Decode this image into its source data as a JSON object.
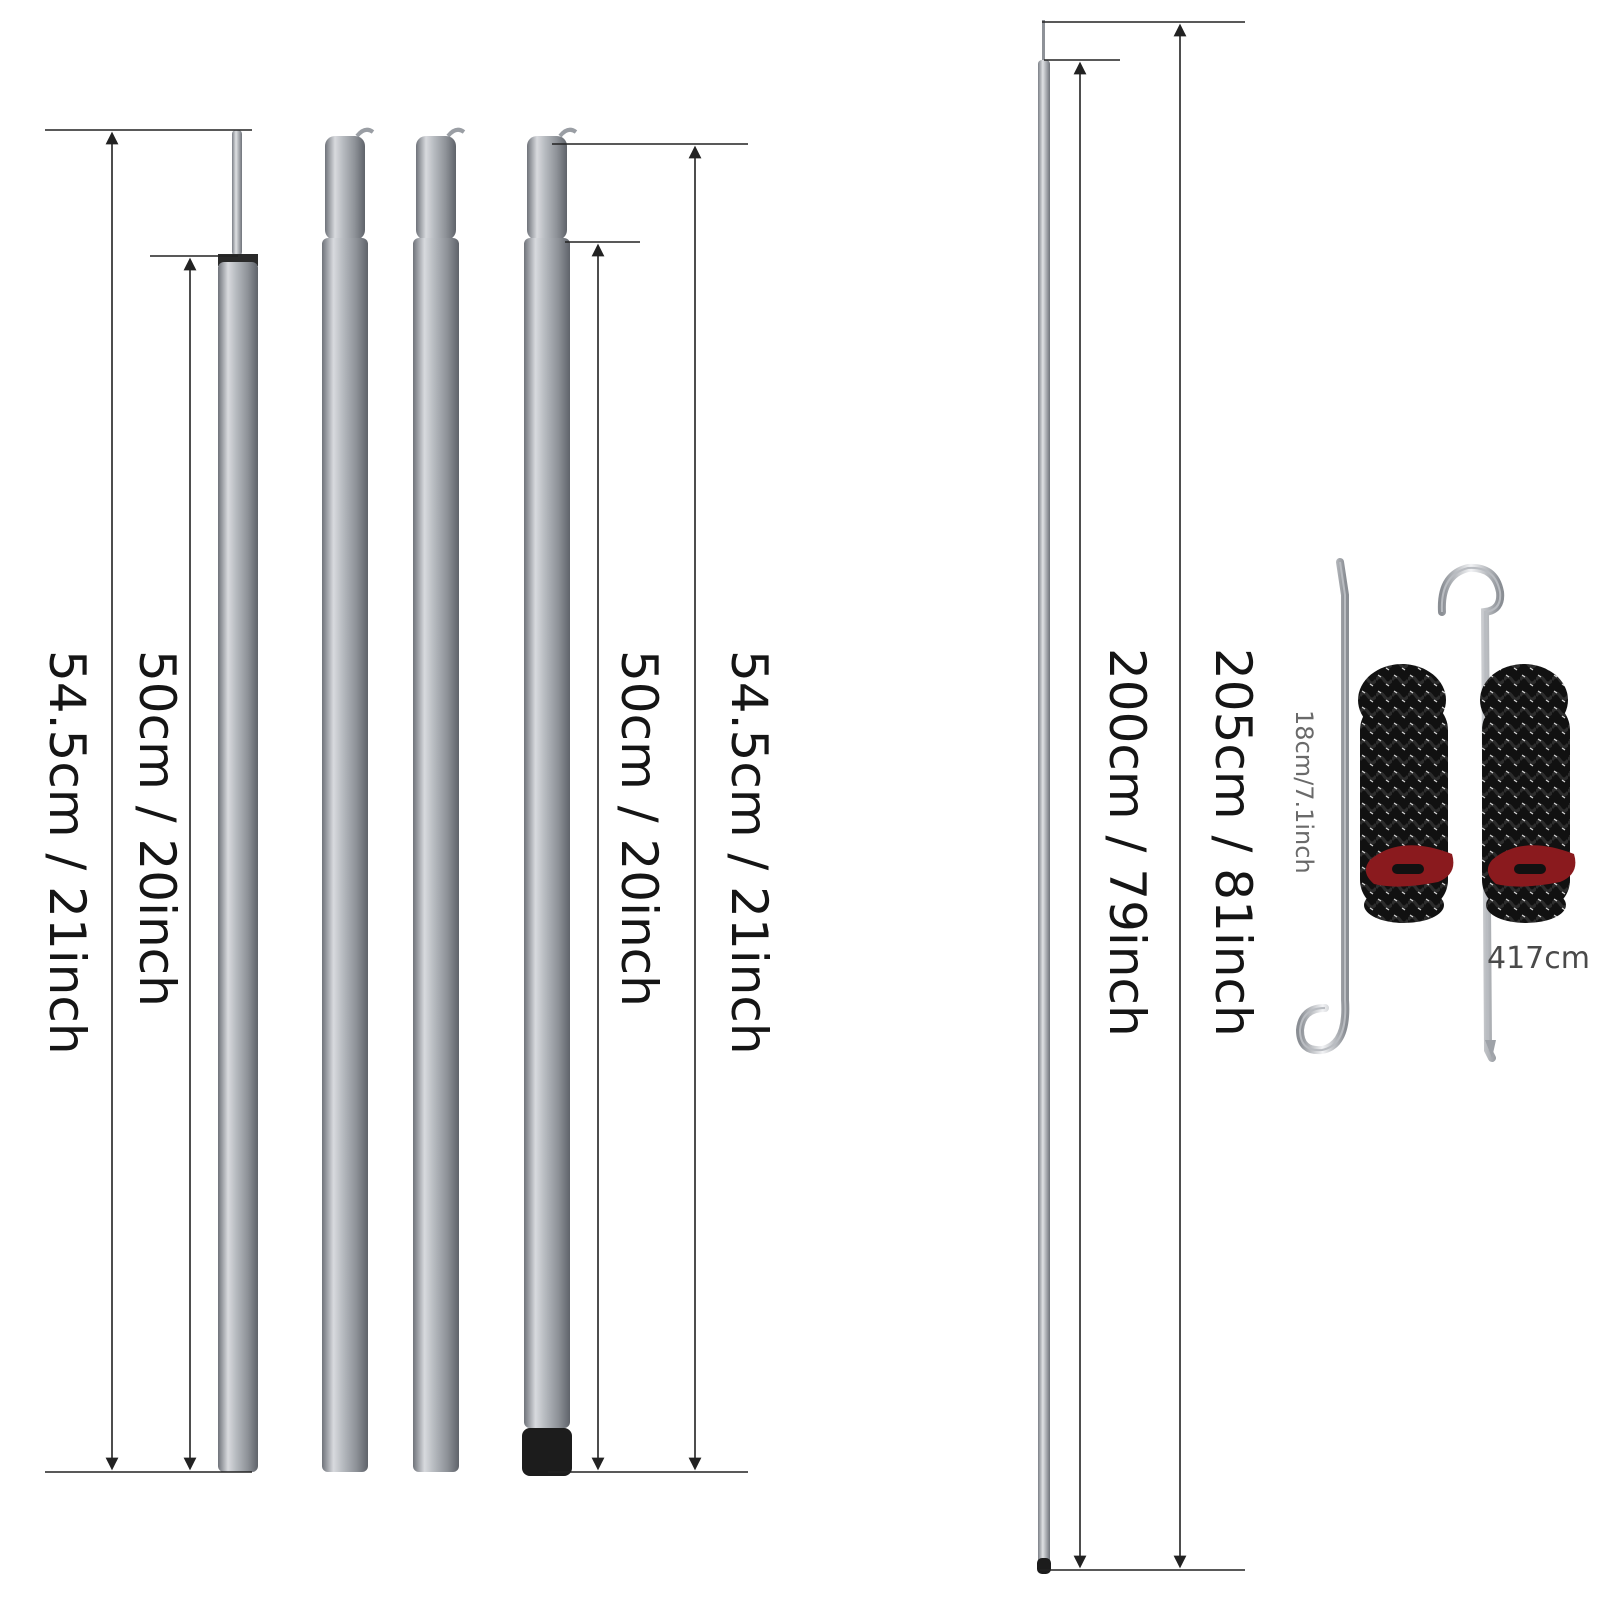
{
  "labels": {
    "section_total_left": "54.5cm / 21inch",
    "section_inner_left": "50cm / 20inch",
    "section_inner_right": "50cm / 20inch",
    "section_total_right": "54.5cm / 21inch",
    "pole_inner": "200cm / 79inch",
    "pole_total": "205cm / 81inch",
    "stake_length": "18cm/7.1inch",
    "rope_length": "417cm"
  },
  "colors": {
    "pole_metal": "#9ea2a8",
    "pole_highlight": "#e2e4e7",
    "dimension_line": "#222222",
    "rope": "#111111",
    "rope_tensioner": "#8a1a1e",
    "foot_cap": "#1c1c1c"
  }
}
